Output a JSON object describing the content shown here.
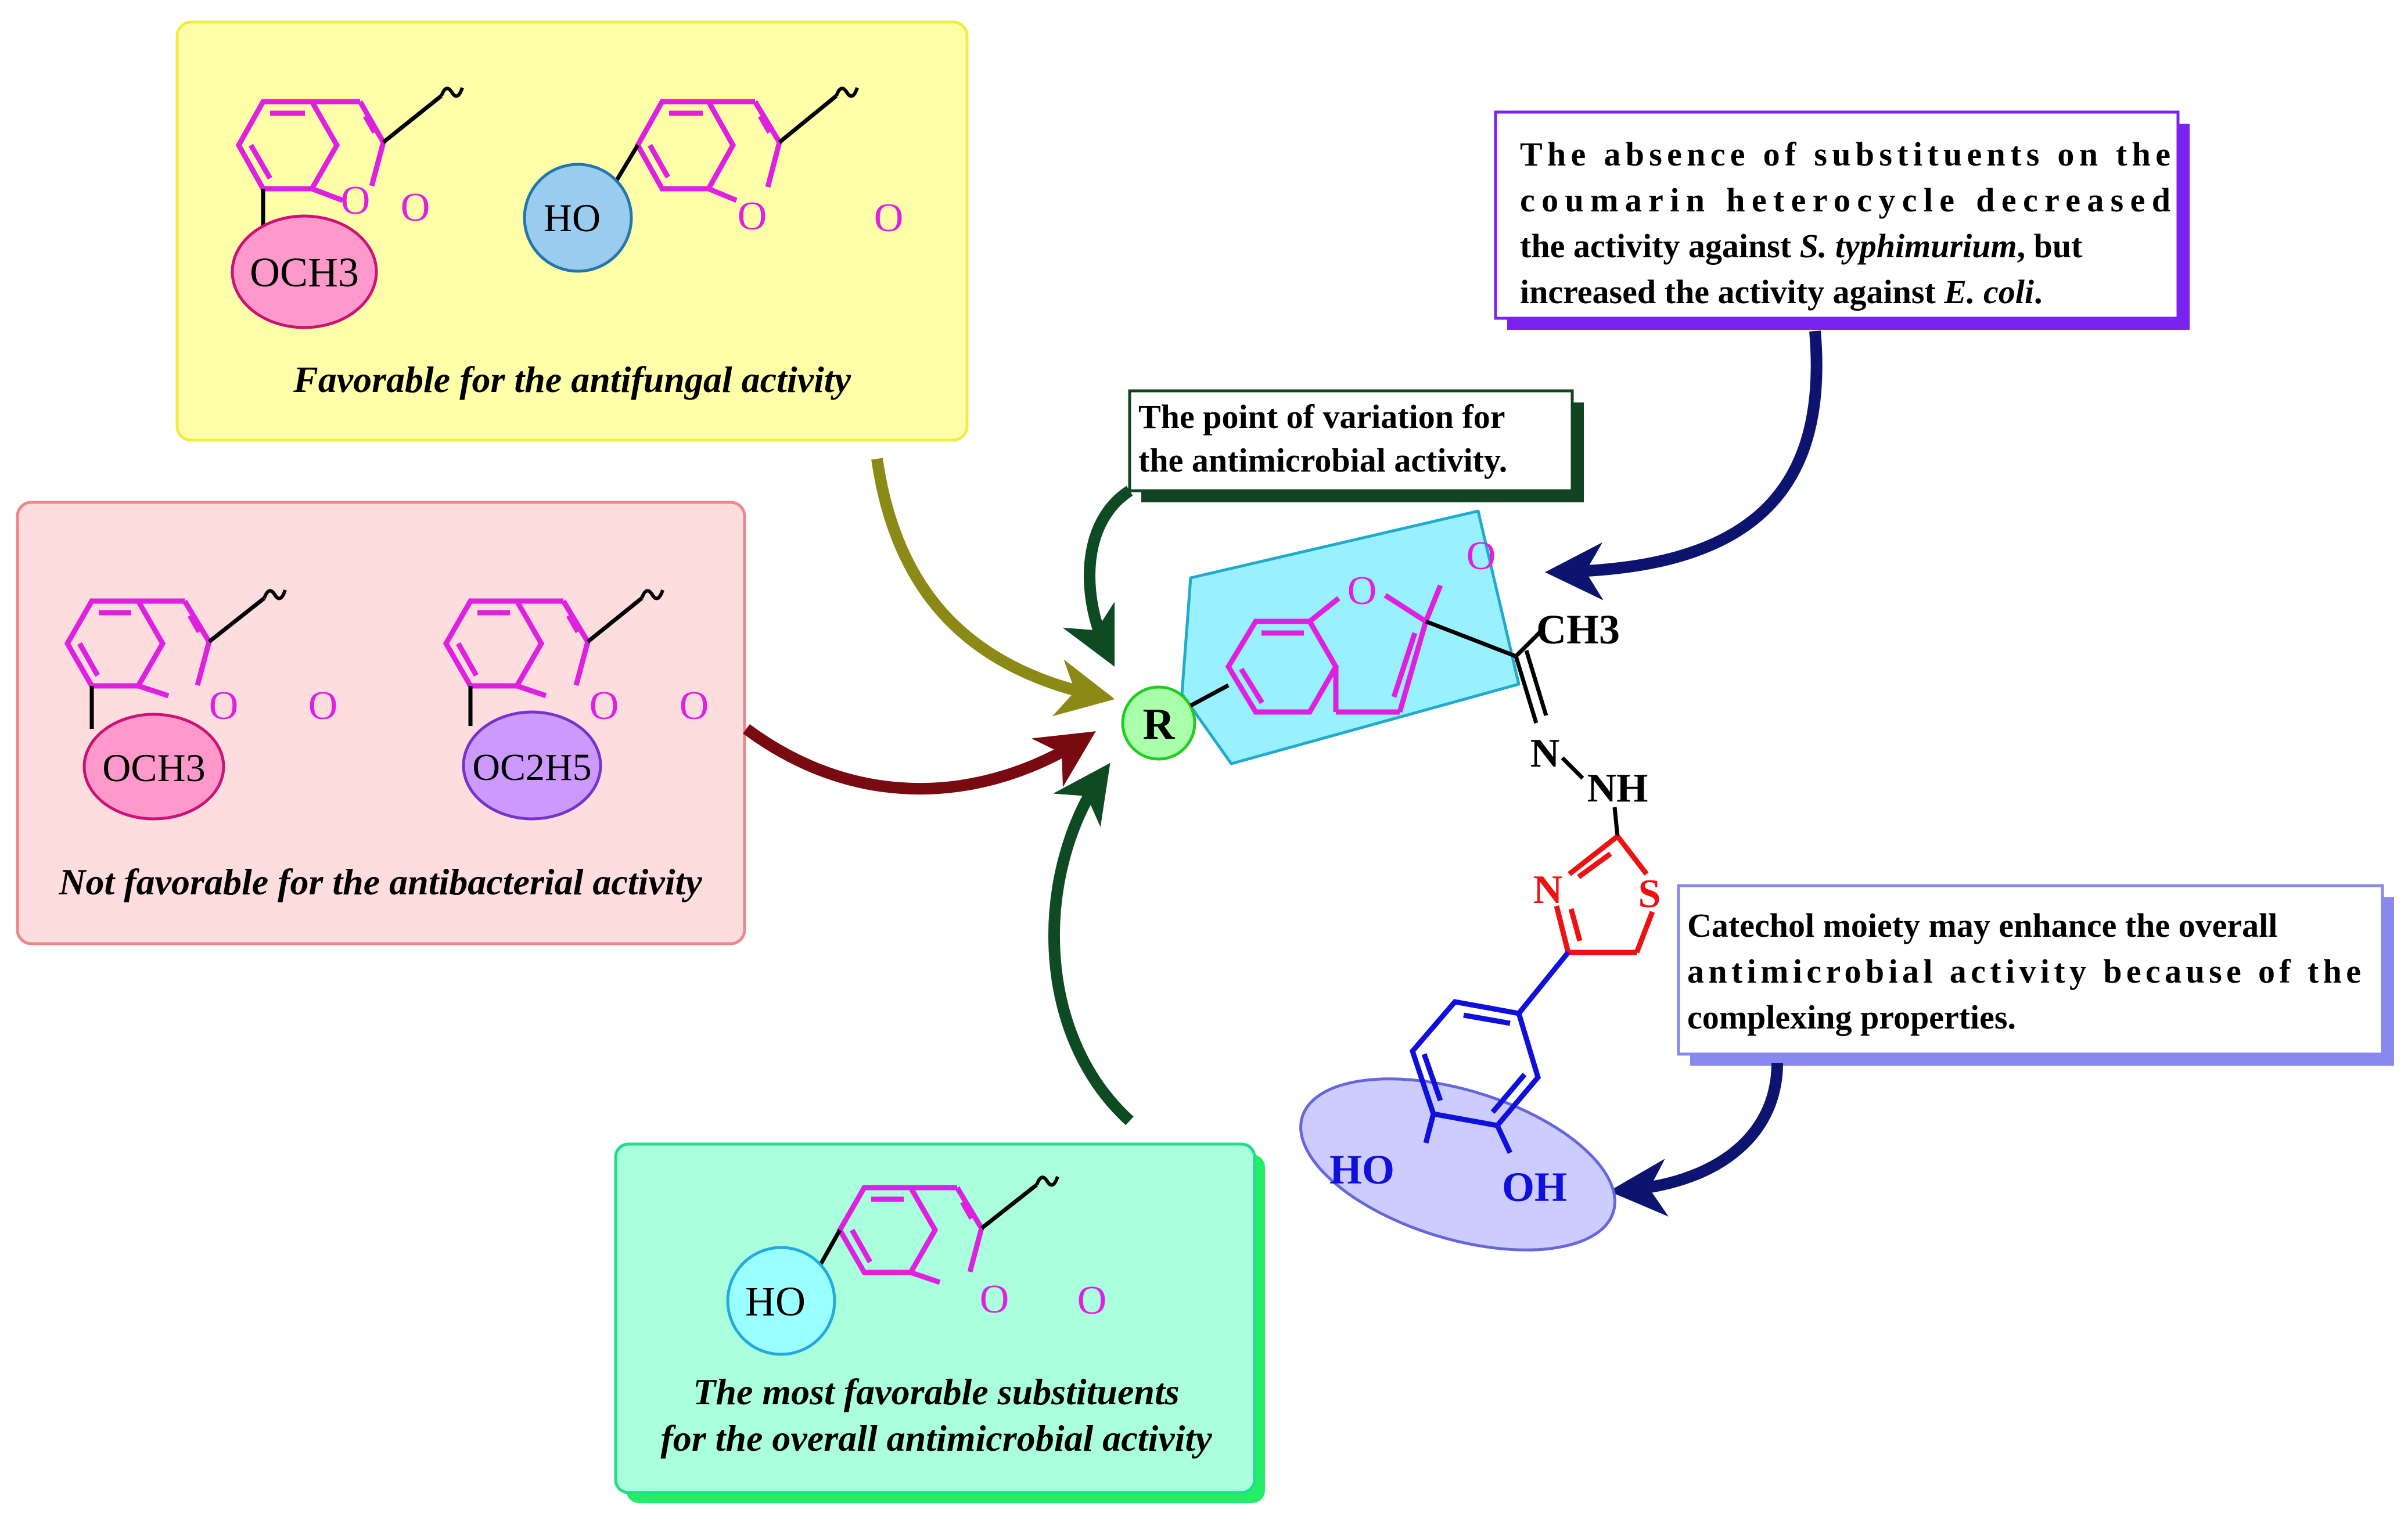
{
  "colors": {
    "magenta": "#E020E0",
    "red": "#EE1111",
    "blue": "#1010DD",
    "black": "#000000",
    "olive": "#8C8A16",
    "maroon": "#7A0A12",
    "dark_green": "#0E4A22",
    "navy": "#0C1470",
    "yellow_box": "#FFFFAA",
    "yellow_border": "#EEEE44",
    "pink_box": "#FDDDDD",
    "pink_border": "#EE8888",
    "green_box": "#AAFFDD",
    "green_border": "#22DD88",
    "green_shadow": "#22EE66",
    "purple_border": "#7A22EE",
    "lavender_border": "#8888EE",
    "dark_green_border": "#114422"
  },
  "boxes": {
    "antifungal": {
      "caption": "Favorable for the antifungal activity",
      "left_substituent": "OCH3",
      "right_substituent": "HO"
    },
    "antibacterial": {
      "caption": "Not favorable for the antibacterial activity",
      "left_substituent": "OCH3",
      "right_substituent": "OC2H5"
    },
    "overall": {
      "caption_line1": "The most favorable substituents",
      "caption_line2": "for the overall antimicrobial activity",
      "substituent": "HO"
    }
  },
  "notes": {
    "variation": {
      "line1": "The point of variation for",
      "line2": "the antimicrobial activity."
    },
    "coumarin": {
      "line1": "The absence of substituents on the",
      "line2": "coumarin heterocycle decreased",
      "line3_pre": "the activity against ",
      "line3_species": "S. typhimurium",
      "line3_post": ", but",
      "line4_pre": "increased the activity against ",
      "line4_species": "E. coli",
      "line4_post": "."
    },
    "catechol": {
      "line1": "Catechol moiety may enhance the overall",
      "line2": "antimicrobial activity because of the",
      "line3": "complexing properties."
    }
  },
  "molecule": {
    "r_group": "R",
    "ring_oxygen": "O",
    "carbonyl_oxygen": "O",
    "methyl": "CH3",
    "imine_n": "N",
    "nh": "NH",
    "thiazole_n": "N",
    "thiazole_s": "S",
    "hydroxyl_left": "HO",
    "hydroxyl_right": "OH"
  },
  "atom_labels": {
    "ring_o": "O",
    "exo_o": "O"
  }
}
